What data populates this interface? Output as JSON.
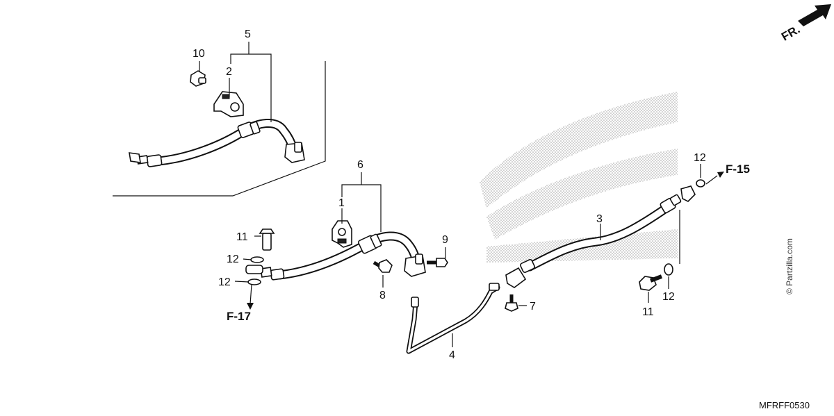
{
  "callouts": {
    "n1": "1",
    "n2": "2",
    "n3": "3",
    "n4": "4",
    "n5": "5",
    "n6": "6",
    "n7": "7",
    "n8": "8",
    "n9": "9",
    "n10": "10",
    "n11a": "11",
    "n11b": "11",
    "n12a": "12",
    "n12b": "12",
    "n12c": "12",
    "n12d": "12"
  },
  "refs": {
    "f15": "F-15",
    "f17": "F-17",
    "front": "FR."
  },
  "diagram_code": "MFRFF0530",
  "copyright": "© Partzilla.com"
}
